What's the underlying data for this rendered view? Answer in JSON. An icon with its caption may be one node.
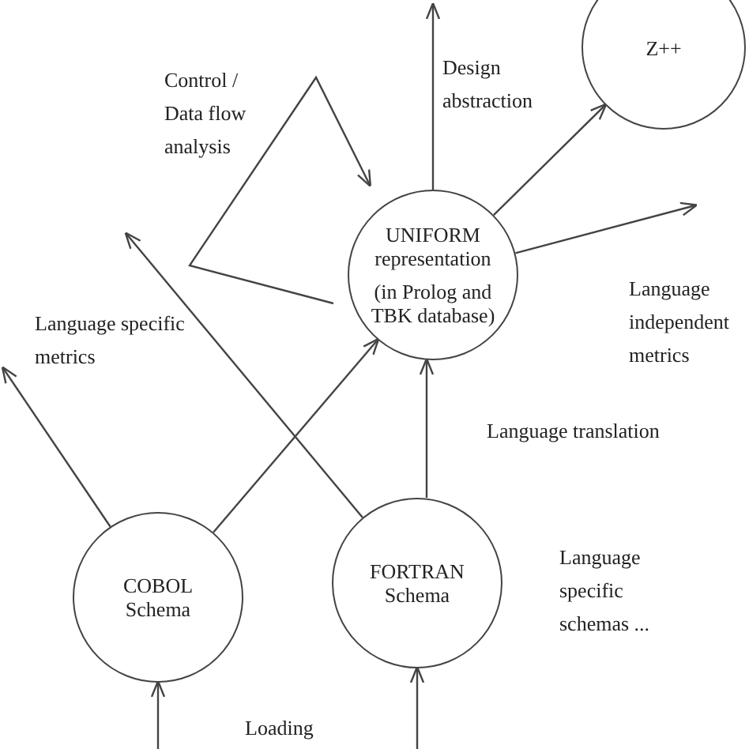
{
  "diagram": {
    "nodes": [
      {
        "text": [
          "Z++"
        ]
      },
      {
        "text": [
          "UNIFORM representation",
          "(in Prolog and TBK database)"
        ]
      },
      {
        "text": [
          "COBOL Schema"
        ]
      },
      {
        "text": [
          "FORTRAN Schema"
        ]
      }
    ],
    "edges": [
      {
        "from": 1,
        "to": null,
        "arrow": "to",
        "label": "Design abstraction"
      },
      {
        "from": 1,
        "to": 0,
        "arrow": "to"
      },
      {
        "from": 1,
        "to": null,
        "arrow": "to",
        "label": "Language independent metrics"
      },
      {
        "from": 1,
        "to": 1,
        "arrow": "to",
        "label": "Control / Data flow analysis"
      },
      {
        "from": 2,
        "to": null,
        "arrow": "to",
        "label": "Language specific metrics"
      },
      {
        "from": 2,
        "to": 1,
        "arrow": "to"
      },
      {
        "from": 3,
        "to": null,
        "arrow": "to"
      },
      {
        "from": 3,
        "to": 1,
        "arrow": "to",
        "label": "Language translation"
      },
      {
        "from": null,
        "to": 2,
        "arrow": "to"
      },
      {
        "from": null,
        "to": 3,
        "arrow": "to"
      }
    ],
    "labels": [
      "Language specific schemas ...",
      "Loading"
    ]
  }
}
